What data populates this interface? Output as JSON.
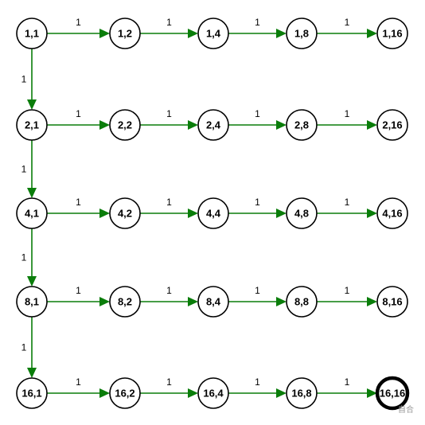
{
  "diagram": {
    "type": "state-graph",
    "colors": {
      "edge": "#0a7d0a",
      "node_stroke": "#000000",
      "node_fill": "#ffffff",
      "text": "#000000"
    },
    "rows": [
      [
        "1,1",
        "1,2",
        "1,4",
        "1,8",
        "1,16"
      ],
      [
        "2,1",
        "2,2",
        "2,4",
        "2,8",
        "2,16"
      ],
      [
        "4,1",
        "4,2",
        "4,4",
        "4,8",
        "4,16"
      ],
      [
        "8,1",
        "8,2",
        "8,4",
        "8,8",
        "8,16"
      ],
      [
        "16,1",
        "16,2",
        "16,4",
        "16,8",
        "16,16"
      ]
    ],
    "final_state": "16,16",
    "edges": [
      {
        "from": "1,1",
        "to": "1,2",
        "label": "1"
      },
      {
        "from": "1,2",
        "to": "1,4",
        "label": "1"
      },
      {
        "from": "1,4",
        "to": "1,8",
        "label": "1"
      },
      {
        "from": "1,8",
        "to": "1,16",
        "label": "1"
      },
      {
        "from": "2,1",
        "to": "2,2",
        "label": "1"
      },
      {
        "from": "2,2",
        "to": "2,4",
        "label": "1"
      },
      {
        "from": "2,4",
        "to": "2,8",
        "label": "1"
      },
      {
        "from": "2,8",
        "to": "2,16",
        "label": "1"
      },
      {
        "from": "4,1",
        "to": "4,2",
        "label": "1"
      },
      {
        "from": "4,2",
        "to": "4,4",
        "label": "1"
      },
      {
        "from": "4,4",
        "to": "4,8",
        "label": "1"
      },
      {
        "from": "4,8",
        "to": "4,16",
        "label": "1"
      },
      {
        "from": "8,1",
        "to": "8,2",
        "label": "1"
      },
      {
        "from": "8,2",
        "to": "8,4",
        "label": "1"
      },
      {
        "from": "8,4",
        "to": "8,8",
        "label": "1"
      },
      {
        "from": "8,8",
        "to": "8,16",
        "label": "1"
      },
      {
        "from": "16,1",
        "to": "16,2",
        "label": "1"
      },
      {
        "from": "16,2",
        "to": "16,4",
        "label": "1"
      },
      {
        "from": "16,4",
        "to": "16,8",
        "label": "1"
      },
      {
        "from": "16,8",
        "to": "16,16",
        "label": "1"
      },
      {
        "from": "1,1",
        "to": "2,1",
        "label": "1"
      },
      {
        "from": "2,1",
        "to": "4,1",
        "label": "1"
      },
      {
        "from": "4,1",
        "to": "8,1",
        "label": "1"
      },
      {
        "from": "8,1",
        "to": "16,1",
        "label": "1"
      }
    ],
    "watermark": "自合"
  }
}
